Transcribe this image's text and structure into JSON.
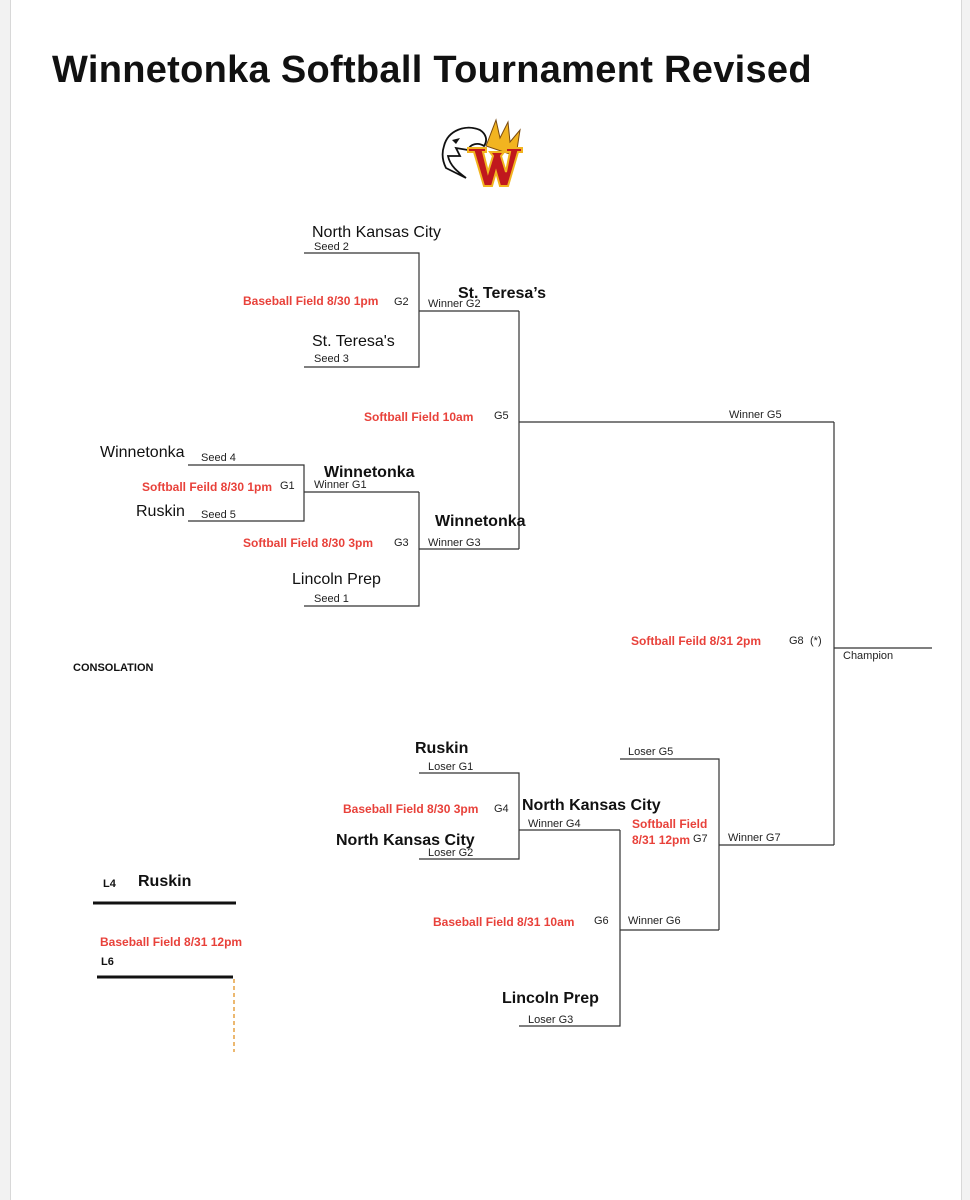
{
  "title": "Winnetonka Softball Tournament Revised",
  "logo_icon": "eagle-w-logo",
  "colors": {
    "accent_red": "#e8413a",
    "logo_red": "#c0181d",
    "logo_gold": "#f2b420"
  },
  "g2": {
    "team_top": "North Kansas City",
    "seed_top": "Seed 2",
    "team_bottom": "St. Teresa's",
    "seed_bottom": "Seed 3",
    "location": "Baseball Field 8/30 1pm",
    "game": "G2",
    "winner_label": "Winner G2",
    "winner_name": "St. Teresa’s"
  },
  "g5": {
    "location": "Softball Field 10am",
    "game": "G5",
    "winner_label": "Winner G5"
  },
  "g1": {
    "team_top": "Winnetonka",
    "seed_top": "Seed 4",
    "team_bottom": "Ruskin",
    "seed_bottom": "Seed 5",
    "location": "Softball Feild 8/30 1pm",
    "game": "G1",
    "winner_label": "Winner G1",
    "winner_name": "Winnetonka"
  },
  "g3": {
    "location": "Softball Field 8/30 3pm",
    "game": "G3",
    "winner_label": "Winner G3",
    "winner_name": "Winnetonka",
    "team_bottom": "Lincoln Prep",
    "seed_bottom": "Seed 1"
  },
  "g8": {
    "location": "Softball Feild 8/31 2pm",
    "game": "G8",
    "note": "(*)",
    "champion_label": "Champion"
  },
  "consolation": {
    "heading": "CONSOLATION"
  },
  "g4": {
    "team_top": "Ruskin",
    "label_top": "Loser G1",
    "team_bottom": "North Kansas City",
    "label_bottom": "Loser G2",
    "location": "Baseball Field 8/30 3pm",
    "game": "G4",
    "winner_label": "Winner G4",
    "winner_name": "North Kansas City"
  },
  "g7": {
    "loser_g5": "Loser G5",
    "location_line1": "Softball Field",
    "location_line2": "8/31 12pm",
    "game": "G7",
    "winner_label": "Winner G7"
  },
  "g6": {
    "location": "Baseball Field 8/31 10am",
    "game": "G6",
    "winner_label": "Winner G6",
    "team_bottom": "Lincoln Prep",
    "label_bottom": "Loser G3"
  },
  "l4": {
    "label": "L4",
    "team": "Ruskin"
  },
  "l6": {
    "location": "Baseball Field 8/31 12pm",
    "label": "L6"
  }
}
